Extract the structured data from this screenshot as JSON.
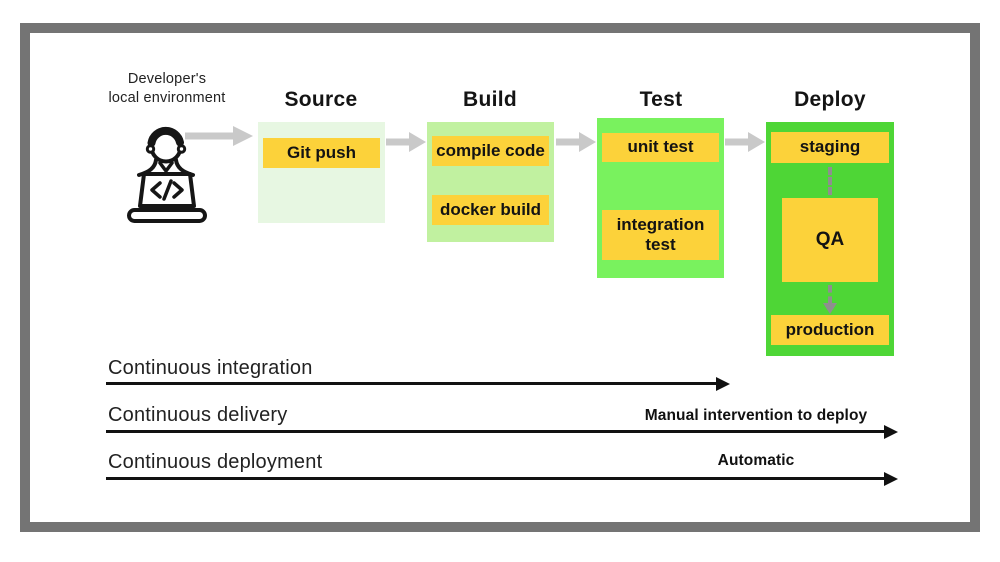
{
  "developer": {
    "label_line1": "Developer's",
    "label_line2": "local environment"
  },
  "stages": [
    {
      "title": "Source",
      "steps": [
        {
          "label": "Git push"
        }
      ]
    },
    {
      "title": "Build",
      "steps": [
        {
          "label": "compile code"
        },
        {
          "label": "docker build"
        }
      ]
    },
    {
      "title": "Test",
      "steps": [
        {
          "label": "unit test"
        },
        {
          "label": "integration test"
        }
      ]
    },
    {
      "title": "Deploy",
      "steps": [
        {
          "label": "staging"
        },
        {
          "label": "QA"
        },
        {
          "label": "production"
        }
      ]
    }
  ],
  "timelines": [
    {
      "label": "Continuous integration",
      "annotation": ""
    },
    {
      "label": "Continuous delivery",
      "annotation": "Manual intervention to deploy"
    },
    {
      "label": "Continuous deployment",
      "annotation": "Automatic"
    }
  ],
  "colors": {
    "frame_border": "#747474",
    "step_yellow": "#fcd23a",
    "source_bg": "#e7f7e2",
    "build_bg": "#c1f1a0",
    "test_bg": "#79f25e",
    "deploy_bg": "#4ed636",
    "flow_arrow_gray": "#c9c9c9",
    "dashed_connector_gray": "#8f8f8f",
    "timeline_black": "#111111"
  }
}
